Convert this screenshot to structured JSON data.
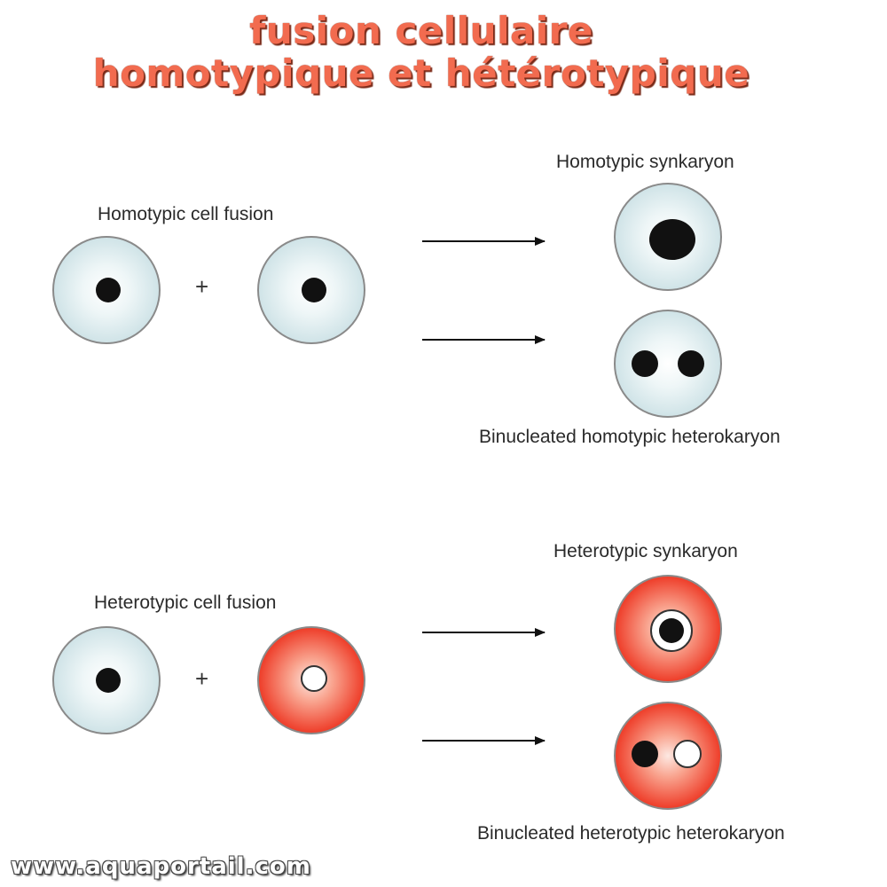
{
  "title": {
    "line1": "fusion cellulaire",
    "line2": "homotypique et hétérotypique"
  },
  "homotypic": {
    "heading": "Homotypic cell fusion",
    "plus": "+",
    "synkaryon_label": "Homotypic synkaryon",
    "heterokaryon_label": "Binucleated homotypic heterokaryon"
  },
  "heterotypic": {
    "heading": "Heterotypic cell fusion",
    "plus": "+",
    "synkaryon_label": "Heterotypic synkaryon",
    "heterokaryon_label": "Binucleated heterotypic heterokaryon"
  },
  "watermark": "www.aquaportail.com",
  "colors": {
    "title": "#f26b4f",
    "cell_blue": "#d9ebee",
    "cell_red": "#f04a35",
    "nucleus": "#111111"
  }
}
